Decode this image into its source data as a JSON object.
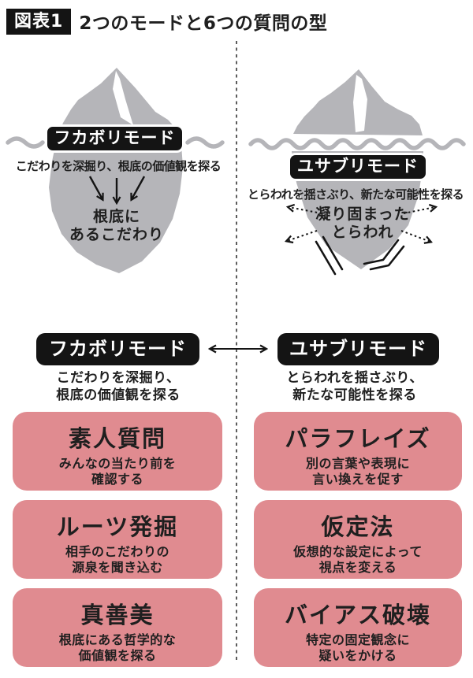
{
  "header": {
    "badge": "図表1",
    "title": "2つのモードと6つの質問の型"
  },
  "colors": {
    "accent_pink": "#e08b90",
    "iceberg_gray": "#b5b5b9",
    "ink": "#141414",
    "dash": "#4a4a4a"
  },
  "iceberg_left": {
    "label": "フカボリモード",
    "desc": "こだわりを深掘り、根底の価値観を探る",
    "core_line1": "根底に",
    "core_line2": "あるこだわり"
  },
  "iceberg_right": {
    "label": "ユサブリモード",
    "desc": "とらわれを揺さぶり、新たな可能性を探る",
    "core_line1": "凝り固まった",
    "core_line2": "とらわれ"
  },
  "modes": {
    "left": {
      "label": "フカボリモード",
      "desc_line1": "こだわりを深掘り、",
      "desc_line2": "根底の価値観を探る"
    },
    "right": {
      "label": "ユサブリモード",
      "desc_line1": "とらわれを揺さぶり、",
      "desc_line2": "新たな可能性を探る"
    }
  },
  "question_types": {
    "left": [
      {
        "title": "素人質問",
        "desc_line1": "みんなの当たり前を",
        "desc_line2": "確認する"
      },
      {
        "title": "ルーツ発掘",
        "desc_line1": "相手のこだわりの",
        "desc_line2": "源泉を聞き込む"
      },
      {
        "title": "真善美",
        "desc_line1": "根底にある哲学的な",
        "desc_line2": "価値観を探る"
      }
    ],
    "right": [
      {
        "title": "パラフレイズ",
        "desc_line1": "別の言葉や表現に",
        "desc_line2": "言い換えを促す"
      },
      {
        "title": "仮定法",
        "desc_line1": "仮想的な設定によって",
        "desc_line2": "視点を変える"
      },
      {
        "title": "バイアス破壊",
        "desc_line1": "特定の固定観念に",
        "desc_line2": "疑いをかける"
      }
    ]
  }
}
